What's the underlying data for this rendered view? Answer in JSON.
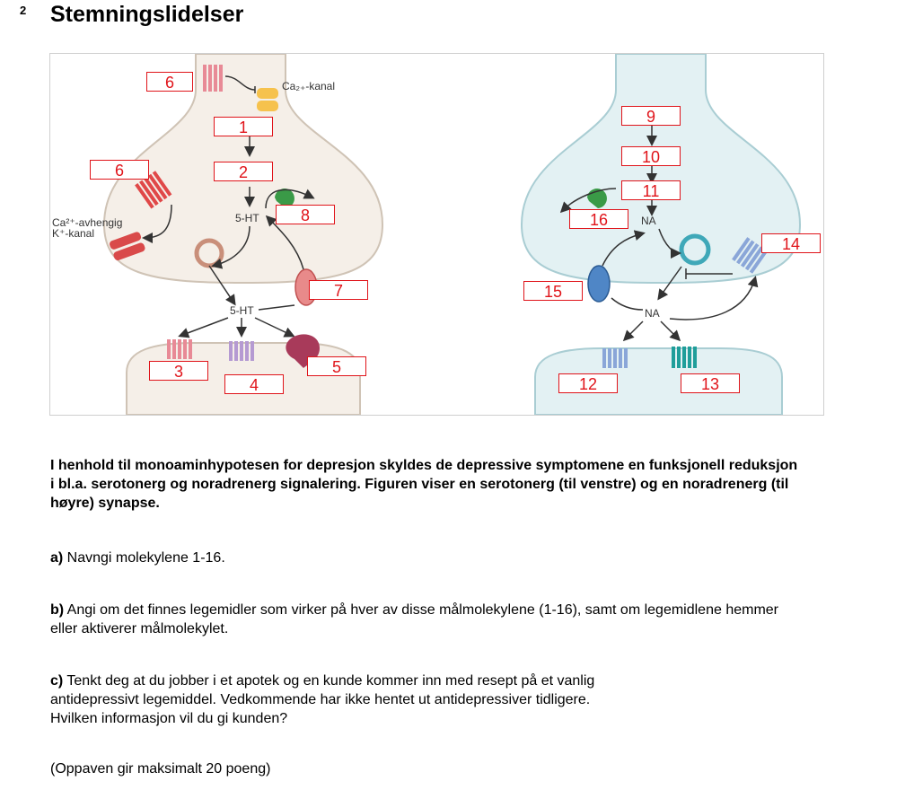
{
  "question": {
    "number": "2",
    "title": "Stemningslidelser"
  },
  "figure": {
    "labels": {
      "ca_channel": "Ca₂₊-kanal",
      "ca_k_channel_1": "Ca²⁺-avhengig",
      "ca_k_channel_2": "K⁺-kanal",
      "ht_upper": "5-HT",
      "ht_lower": "5-HT",
      "na_upper": "NA",
      "na_lower": "NA"
    },
    "boxes": [
      "1",
      "2",
      "3",
      "4",
      "5",
      "6",
      "6",
      "7",
      "8",
      "9",
      "10",
      "11",
      "12",
      "13",
      "14",
      "15",
      "16"
    ]
  },
  "intro_text": "I henhold til monoaminhypotesen for depresjon skyldes de depressive symptomene  en funksjonell reduksjon i bl.a. serotonerg og noradrenerg signalering. Figuren viser en serotonerg (til venstre) og en noradrenerg (til høyre) synapse.",
  "part_a": {
    "label": "a)",
    "text": " Navngi molekylene 1-16."
  },
  "part_b": {
    "label": "b)",
    "text": " Angi om det finnes legemidler som virker på hver av disse målmolekylene (1-16), samt om legemidlene hemmer eller aktiverer målmolekylet."
  },
  "part_c": {
    "label": "c)",
    "line1": " Tenkt deg at du jobber i et apotek og en kunde kommer inn med resept på et vanlig",
    "line2": "antidepressivt legemiddel. Vedkommende har ikke hentet ut antidepressiver tidligere.",
    "line3": "Hvilken informasjon vil du gi kunden?"
  },
  "points_note": "(Oppaven gir maksimalt 20 poeng)",
  "colors": {
    "box_red": "#e0141a",
    "left_cell": "#f5efe8",
    "right_cell": "#e3f1f3"
  }
}
